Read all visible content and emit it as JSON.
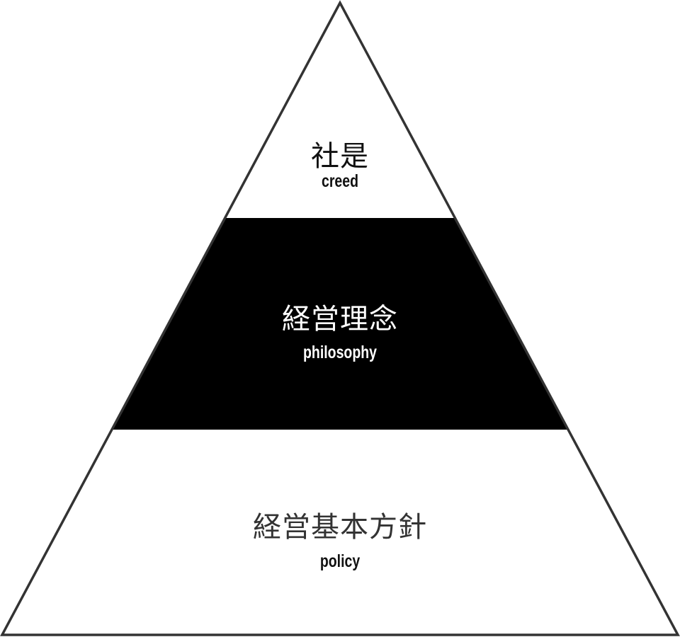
{
  "colors": {
    "stroke": "#333333",
    "band": "#000000",
    "top_text": "#111111",
    "middle_text": "#ffffff",
    "bottom_text": "#333333"
  },
  "tiers": [
    {
      "title": "社是",
      "subtitle": "creed"
    },
    {
      "title": "経営理念",
      "subtitle": "philosophy"
    },
    {
      "title": "経営基本方針",
      "subtitle": "policy"
    }
  ]
}
